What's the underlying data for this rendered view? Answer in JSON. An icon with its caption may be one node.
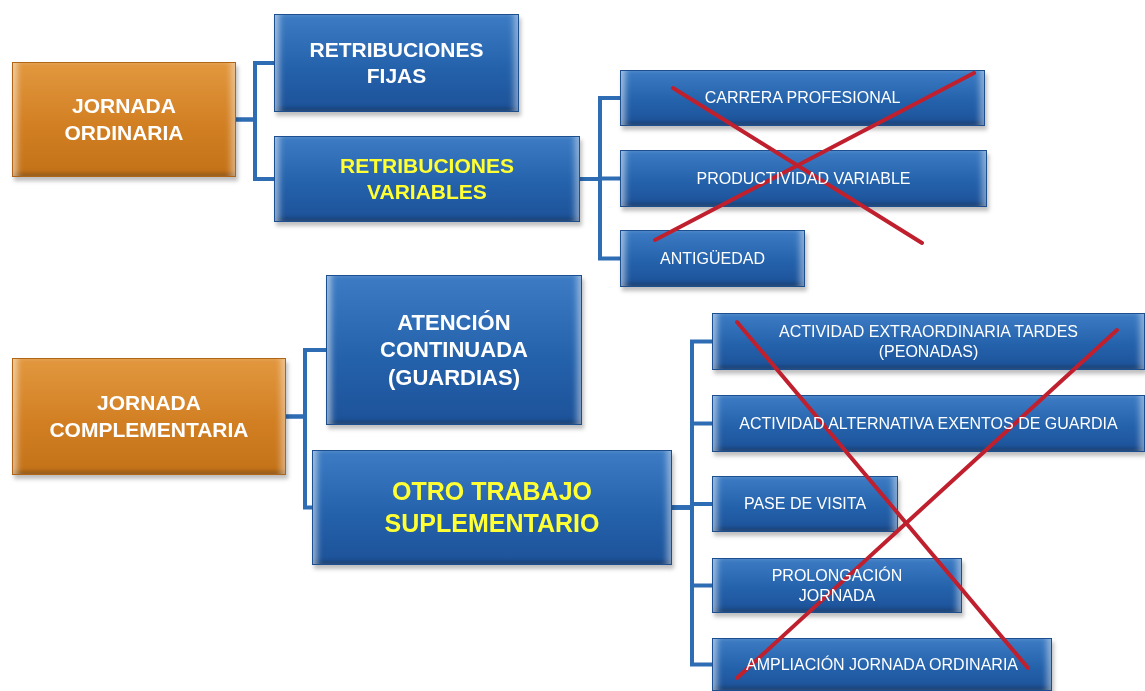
{
  "diagram": {
    "nodes": [
      {
        "text": [
          "JORNADA ORDINARIA"
        ]
      },
      {
        "text": [
          "RETRIBUCIONES FIJAS"
        ]
      },
      {
        "text": [
          "RETRIBUCIONES VARIABLES"
        ]
      },
      {
        "text": [
          "CARRERA PROFESIONAL"
        ]
      },
      {
        "text": [
          "PRODUCTIVIDAD VARIABLE"
        ]
      },
      {
        "text": [
          "ANTIGÜEDAD"
        ]
      },
      {
        "text": [
          "JORNADA COMPLEMENTARIA"
        ]
      },
      {
        "text": [
          "ATENCIÓN CONTINUADA (GUARDIAS)"
        ]
      },
      {
        "text": [
          "OTRO TRABAJO SUPLEMENTARIO"
        ]
      },
      {
        "text": [
          "ACTIVIDAD EXTRAORDINARIA TARDES (PEONADAS)"
        ]
      },
      {
        "text": [
          "ACTIVIDAD ALTERNATIVA EXENTOS DE GUARDIA"
        ]
      },
      {
        "text": [
          "PASE DE VISITA"
        ]
      },
      {
        "text": [
          "PROLONGACIÓN JORNADA"
        ]
      },
      {
        "text": [
          "AMPLIACIÓN JORNADA ORDINARIA"
        ]
      }
    ],
    "edges": [
      {
        "from": 0,
        "to": 1,
        "arrow": "none"
      },
      {
        "from": 0,
        "to": 2,
        "arrow": "none"
      },
      {
        "from": 2,
        "to": 3,
        "arrow": "none"
      },
      {
        "from": 2,
        "to": 4,
        "arrow": "none"
      },
      {
        "from": 2,
        "to": 5,
        "arrow": "none"
      },
      {
        "from": 6,
        "to": 7,
        "arrow": "none"
      },
      {
        "from": 6,
        "to": 8,
        "arrow": "none"
      },
      {
        "from": 8,
        "to": 9,
        "arrow": "none"
      },
      {
        "from": 8,
        "to": 10,
        "arrow": "none"
      },
      {
        "from": 8,
        "to": 11,
        "arrow": "none"
      },
      {
        "from": 8,
        "to": 12,
        "arrow": "none"
      },
      {
        "from": 8,
        "to": 13,
        "arrow": "none"
      }
    ]
  }
}
